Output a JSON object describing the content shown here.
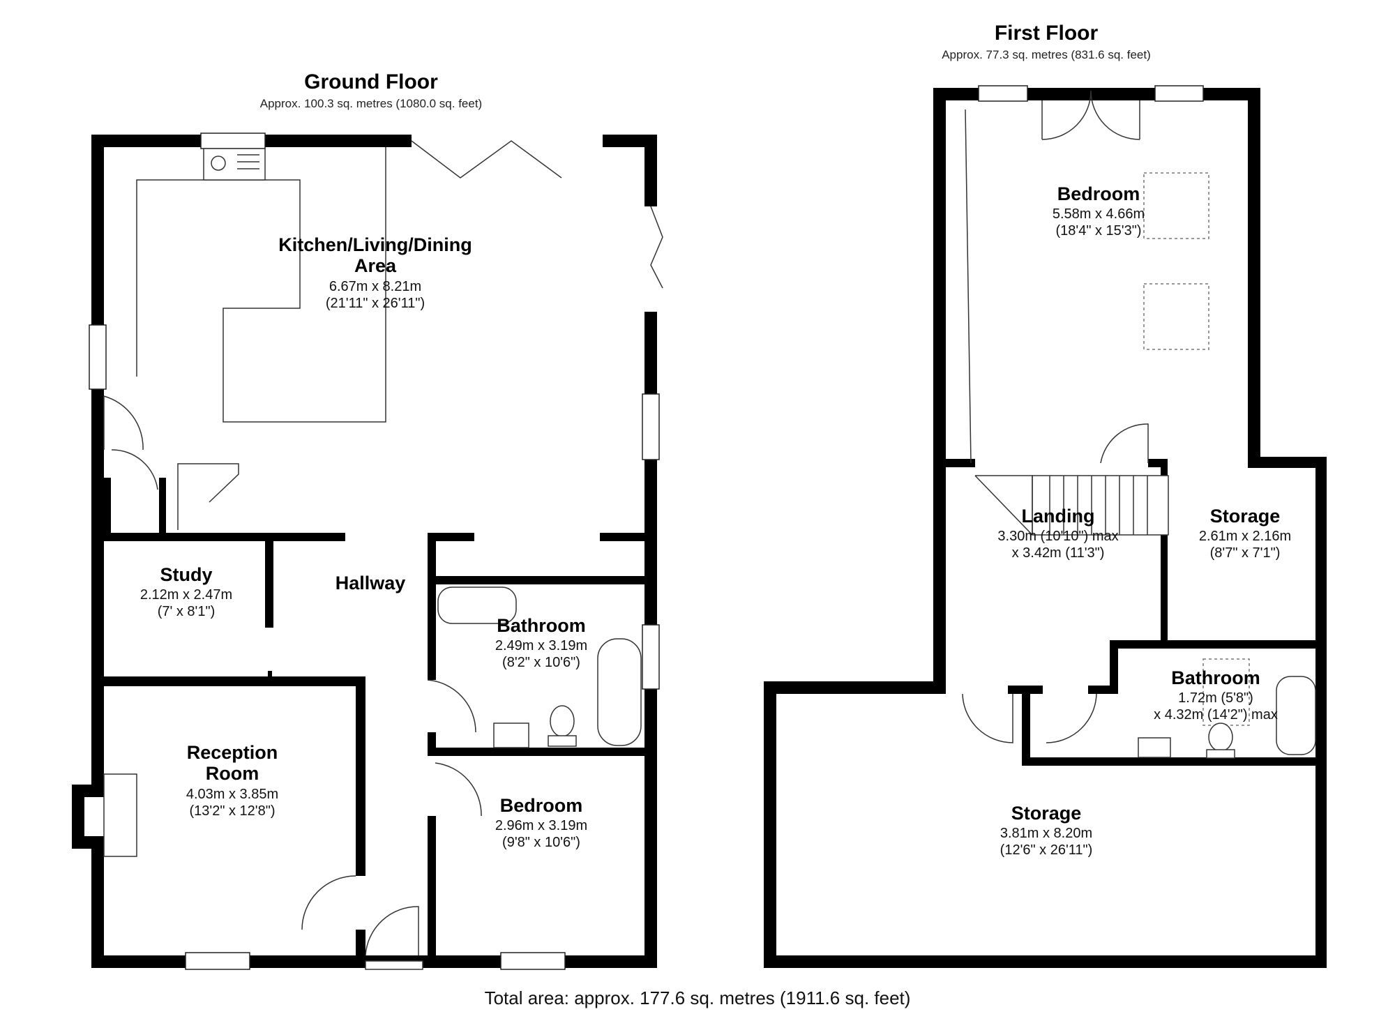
{
  "ground_floor": {
    "title": "Ground Floor",
    "area": "Approx. 100.3 sq. metres (1080.0 sq. feet)",
    "rooms": {
      "kitchen": {
        "name_line1": "Kitchen/Living/Dining",
        "name_line2": "Area",
        "metric": "6.67m x 8.21m",
        "imperial": "(21'11\" x 26'11\")"
      },
      "study": {
        "name": "Study",
        "metric": "2.12m x 2.47m",
        "imperial": "(7' x 8'1\")"
      },
      "hallway": {
        "name": "Hallway"
      },
      "bathroom": {
        "name": "Bathroom",
        "metric": "2.49m x 3.19m",
        "imperial": "(8'2\" x 10'6\")"
      },
      "reception": {
        "name_line1": "Reception",
        "name_line2": "Room",
        "metric": "4.03m x 3.85m",
        "imperial": "(13'2\" x 12'8\")"
      },
      "bedroom": {
        "name": "Bedroom",
        "metric": "2.96m x 3.19m",
        "imperial": "(9'8\" x 10'6\")"
      }
    }
  },
  "first_floor": {
    "title": "First Floor",
    "area": "Approx. 77.3 sq. metres (831.6 sq. feet)",
    "rooms": {
      "bedroom": {
        "name": "Bedroom",
        "metric": "5.58m x 4.66m",
        "imperial": "(18'4\" x 15'3\")"
      },
      "landing": {
        "name": "Landing",
        "line1": "3.30m (10'10\") max",
        "line2": "x 3.42m (11'3\")"
      },
      "storage_small": {
        "name": "Storage",
        "metric": "2.61m x 2.16m",
        "imperial": "(8'7\" x 7'1\")"
      },
      "bathroom": {
        "name": "Bathroom",
        "line1": "1.72m (5'8\")",
        "line2": "x 4.32m (14'2\") max"
      },
      "storage_large": {
        "name": "Storage",
        "metric": "3.81m x 8.20m",
        "imperial": "(12'6\" x 26'11\")"
      }
    }
  },
  "total_area": "Total area: approx. 177.6 sq. metres (1911.6 sq. feet)"
}
